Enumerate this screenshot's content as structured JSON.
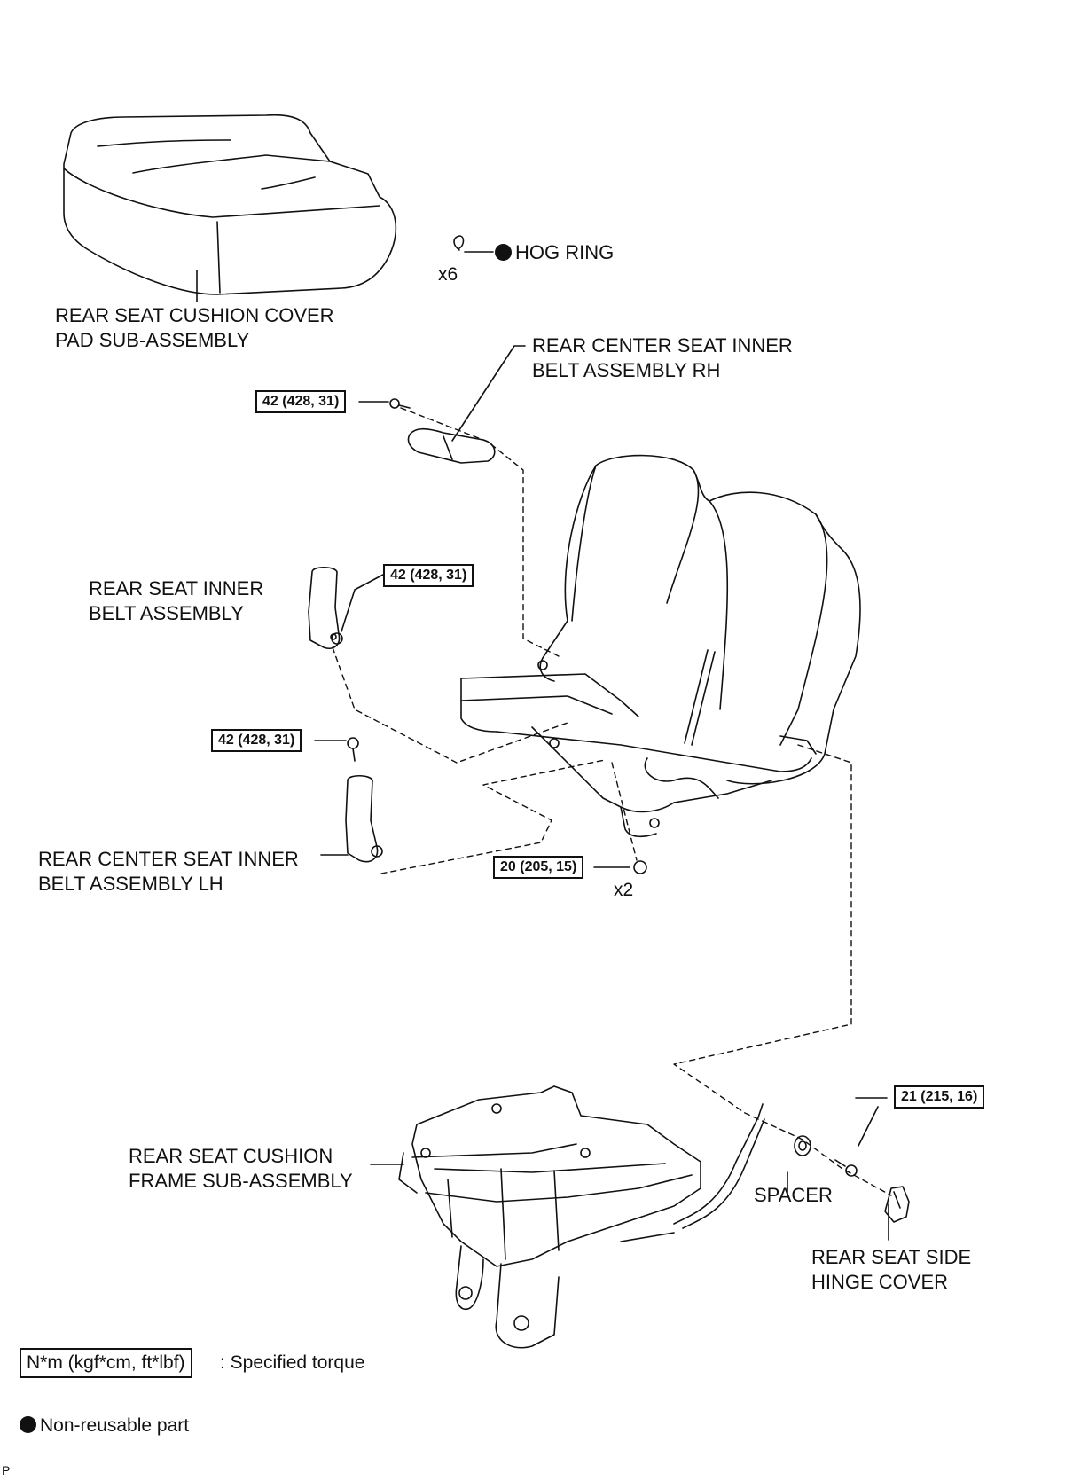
{
  "labels": {
    "cushion_cover": [
      "REAR SEAT CUSHION COVER",
      "PAD SUB-ASSEMBLY"
    ],
    "hog_ring": "HOG RING",
    "hog_ring_qty": "x6",
    "center_belt_rh": [
      "REAR CENTER SEAT INNER",
      "BELT ASSEMBLY RH"
    ],
    "inner_belt": [
      "REAR SEAT INNER",
      "BELT ASSEMBLY"
    ],
    "center_belt_lh": [
      "REAR CENTER SEAT INNER",
      "BELT ASSEMBLY LH"
    ],
    "nut_qty": "x2",
    "cushion_frame": [
      "REAR SEAT CUSHION",
      "FRAME SUB-ASSEMBLY"
    ],
    "spacer": "SPACER",
    "hinge_cover": [
      "REAR SEAT SIDE",
      "HINGE COVER"
    ]
  },
  "torques": {
    "rh_bolt": "42 (428, 31)",
    "inner_bolt": "42 (428, 31)",
    "lh_bolt": "42 (428, 31)",
    "nut": "20 (205, 15)",
    "hinge_bolt": "21 (215, 16)"
  },
  "legend": {
    "torque_units": "N*m (kgf*cm, ft*lbf)",
    "torque_desc": ": Specified torque",
    "non_reusable": "Non-reusable part"
  },
  "footer_mark": "P"
}
